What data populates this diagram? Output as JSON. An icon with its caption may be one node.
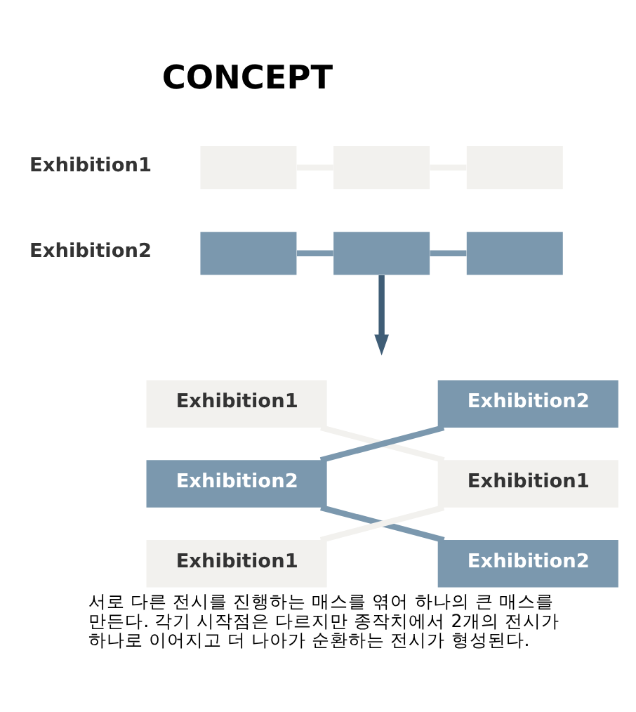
{
  "diagram": {
    "title": "CONCEPT",
    "caption": "서로 다른 전시를 진행하는 매스를 엮어 하나의 큰 매스를 만든다. 각기 시작점은 다르지만 종작치에서 2개의 전시가 하나로 이어지고 더 나아가 순환하는 전시가 형성된다.",
    "nodes": [
      {
        "text": [],
        "shape": "box",
        "beside": [
          "Exhibition1"
        ]
      },
      {
        "text": [],
        "shape": "box"
      },
      {
        "text": [],
        "shape": "box"
      },
      {
        "text": [],
        "shape": "box",
        "beside": [
          "Exhibition2"
        ]
      },
      {
        "text": [],
        "shape": "box"
      },
      {
        "text": [],
        "shape": "box"
      },
      {
        "text": [
          "Exhibition1"
        ]
      },
      {
        "text": [
          "Exhibition2"
        ]
      },
      {
        "text": [
          "Exhibition1"
        ]
      },
      {
        "text": [
          "Exhibition2"
        ]
      },
      {
        "text": [
          "Exhibition1"
        ]
      },
      {
        "text": [
          "Exhibition2"
        ]
      }
    ],
    "edges": [
      {
        "from": 0,
        "to": 1,
        "arrow": "none",
        "color": "#f2f1ee"
      },
      {
        "from": 1,
        "to": 2,
        "arrow": "none",
        "color": "#f2f1ee"
      },
      {
        "from": 3,
        "to": 4,
        "arrow": "none",
        "color": "#7b98ae"
      },
      {
        "from": 4,
        "to": 5,
        "arrow": "none",
        "color": "#7b98ae"
      },
      {
        "from": 4,
        "to": null,
        "arrow": "to",
        "color": "#3f5d76"
      },
      {
        "from": 6,
        "to": 10,
        "arrow": "none",
        "color": "#f2f1ee"
      },
      {
        "from": 8,
        "to": 10,
        "arrow": "none",
        "color": "#f2f1ee"
      },
      {
        "from": 7,
        "to": 9,
        "arrow": "none",
        "color": "#7b98ae"
      },
      {
        "from": 7,
        "to": 11,
        "arrow": "none",
        "color": "#7b98ae"
      }
    ]
  }
}
